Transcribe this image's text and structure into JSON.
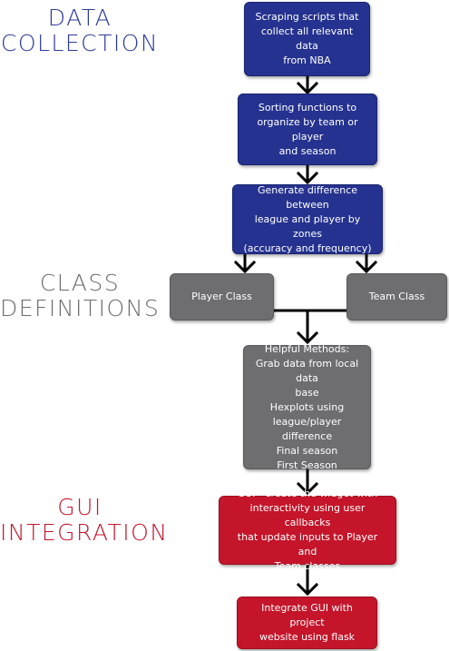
{
  "sections": {
    "data_collection": {
      "line1": "Data",
      "line2": "Collection",
      "color": "#2b3a9a"
    },
    "class_definitions": {
      "line1": "Class",
      "line2": "Definitions",
      "color": "#6b6b6b"
    },
    "gui_integration": {
      "line1": "GUI",
      "line2": "Integration",
      "color": "#c4152a"
    }
  },
  "boxes": {
    "scraping": [
      "Scraping scripts that",
      "collect all relevant data",
      "from NBA"
    ],
    "sorting": [
      "Sorting functions to",
      "organize by team or player",
      "and season"
    ],
    "difference": [
      "Generate difference between",
      "league and player by zones",
      "(accuracy and frequency)"
    ],
    "player_class": [
      "Player Class"
    ],
    "team_class": [
      "Team Class"
    ],
    "helpful_methods": [
      "Helpful Methods:",
      "Grab data from local data",
      "base",
      "Hexplots using",
      "league/player difference",
      "Final season",
      "First Season"
    ],
    "gui_widget": [
      "GUI - create the widget with",
      "interactivity using user callbacks",
      "that update inputs to Player and",
      "Team classes"
    ],
    "integrate": [
      "Integrate GUI with project",
      "website using flask"
    ]
  },
  "colors": {
    "blue": "#25328f",
    "gray": "#6e6e70",
    "red": "#c4152a",
    "arrow": "#000000"
  }
}
